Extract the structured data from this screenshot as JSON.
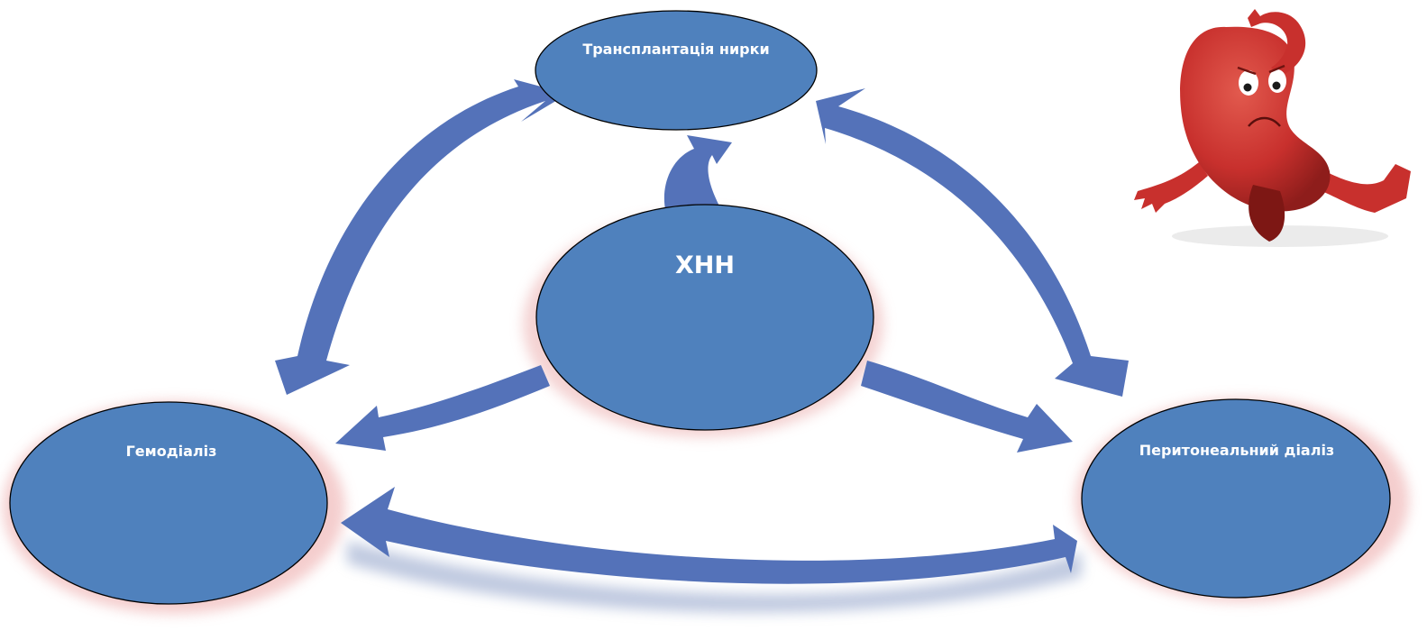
{
  "nodes": {
    "transplant": {
      "label": "Трансплантація нирки"
    },
    "ckd": {
      "label": "ХНН"
    },
    "hemodialysis": {
      "label": "Гемодіаліз"
    },
    "peritoneal": {
      "label": "Перитонеальний діаліз"
    }
  },
  "colors": {
    "node_fill": "#4f81bd",
    "arrow_fill": "#5472b9",
    "node_stroke": "#000000",
    "node_text": "#ffffff",
    "kidney_red": "#c8302d"
  },
  "icons": {
    "mascot": "sad-kidney-mascot"
  }
}
